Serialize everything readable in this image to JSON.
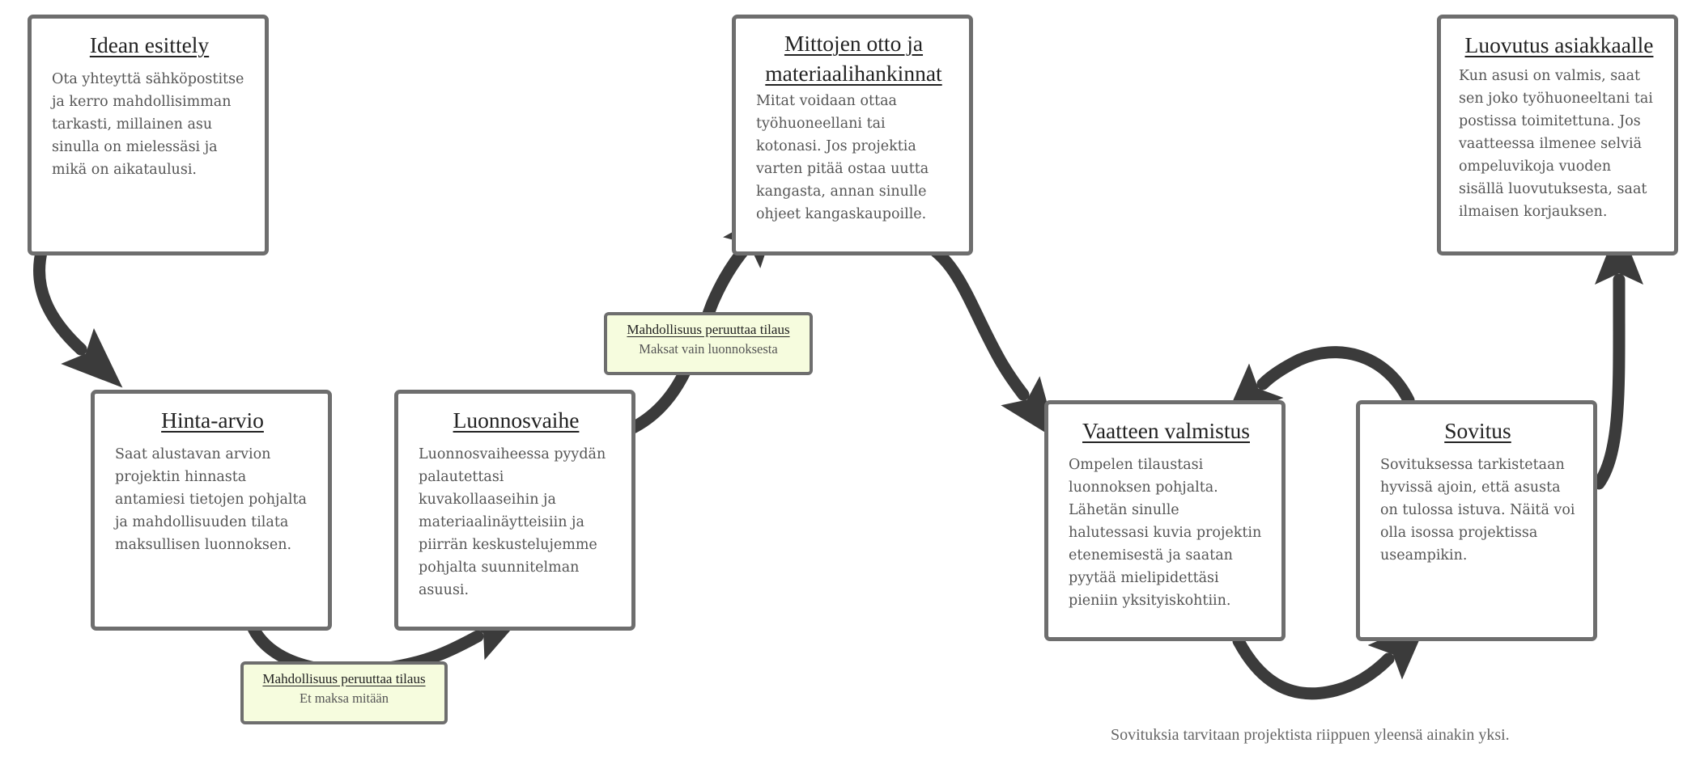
{
  "steps": [
    {
      "title": "Idean esittely",
      "text": "Ota yhteyttä sähköpostitse ja kerro mahdollisimman tarkasti, millainen asu sinulla on mielessäsi ja mikä on aikataulusi."
    },
    {
      "title": "Hinta-arvio",
      "text": "Saat alustavan arvion projektin hinnasta antamiesi tietojen pohjalta ja mahdollisuuden tilata maksullisen luonnoksen."
    },
    {
      "title": "Luonnosvaihe",
      "text": "Luonnosvaiheessa pyydän palautettasi kuvakollaaseihin ja materiaalinäytteisiin ja piirrän keskustelujemme pohjalta suunnitelman asuusi."
    },
    {
      "title": "Mittojen otto ja materiaalihankinnat",
      "text": "Mitat voidaan ottaa työhuoneellani tai kotonasi. Jos projektia varten pitää ostaa uutta kangasta, annan sinulle ohjeet kangaskaupoille."
    },
    {
      "title": "Vaatteen valmistus",
      "text": "Ompelen tilaustasi luonnoksen pohjalta. Lähetän sinulle halutessasi kuvia projektin etenemisestä ja saatan pyytää mielipidettäsi pieniin yksityiskohtiin."
    },
    {
      "title": "Sovitus",
      "text": "Sovituksessa tarkistetaan hyvissä ajoin, että asusta on tulossa istuva. Näitä voi olla isossa projektissa useampikin."
    },
    {
      "title": "Luovutus asiakkaalle",
      "text": "Kun asusi on valmis, saat sen joko työhuoneeltani tai postissa toimitettuna. Jos vaatteessa ilmenee selviä ompeluvikoja vuoden sisällä luovutuksesta, saat ilmaisen korjauksen."
    }
  ],
  "notes": [
    {
      "title": "Mahdollisuus peruuttaa tilaus",
      "subtitle": "Et maksa mitään"
    },
    {
      "title": "Mahdollisuus peruuttaa tilaus",
      "subtitle": "Maksat vain luonnoksesta"
    }
  ],
  "caption": "Sovituksia tarvitaan projektista riippuen yleensä ainakin yksi.",
  "colors": {
    "arrow": "#3b3b3b",
    "box_border": "#6e6e6e",
    "note_background": "#f6fcde"
  }
}
